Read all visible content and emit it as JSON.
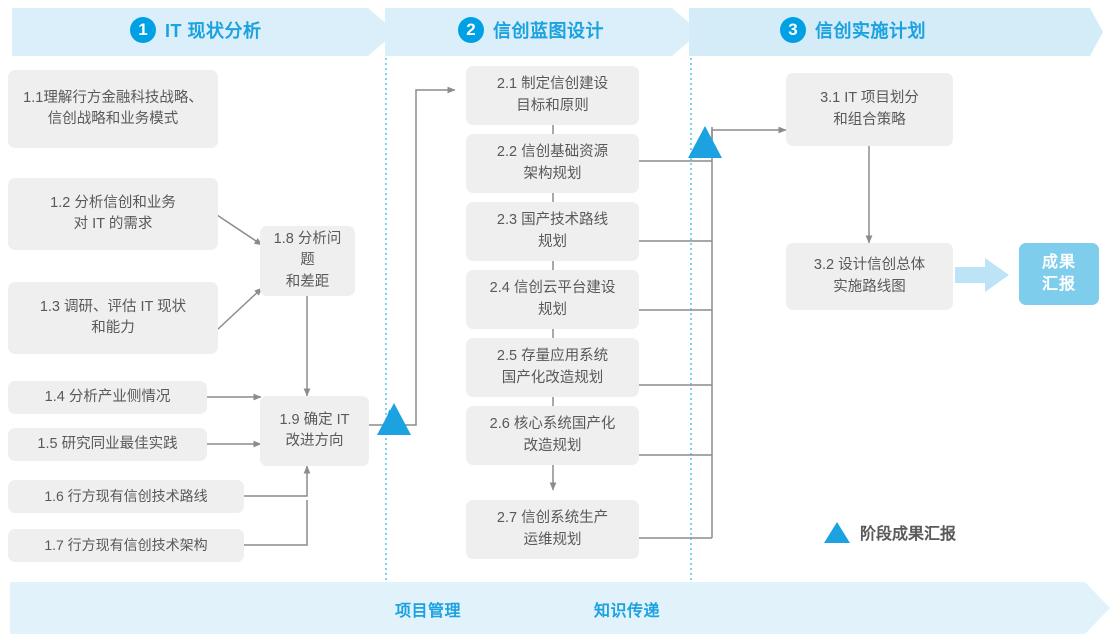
{
  "header": {
    "phases": [
      {
        "num": "1",
        "label": "IT 现状分析"
      },
      {
        "num": "2",
        "label": "信创蓝图设计"
      },
      {
        "num": "3",
        "label": "信创实施计划"
      }
    ]
  },
  "phase1": {
    "boxes": [
      {
        "id": "1.1",
        "text": "1.1理解行方金融科技战略、\n信创战略和业务模式"
      },
      {
        "id": "1.2",
        "text": "1.2 分析信创和业务\n对 IT 的需求"
      },
      {
        "id": "1.3",
        "text": "1.3 调研、评估 IT 现状\n和能力"
      },
      {
        "id": "1.4",
        "text": "1.4 分析产业侧情况"
      },
      {
        "id": "1.5",
        "text": "1.5 研究同业最佳实践"
      },
      {
        "id": "1.6",
        "text": "1.6 行方现有信创技术路线"
      },
      {
        "id": "1.7",
        "text": "1.7 行方现有信创技术架构"
      },
      {
        "id": "1.8",
        "text": "1.8 分析问题\n和差距"
      },
      {
        "id": "1.9",
        "text": "1.9 确定 IT\n改进方向"
      }
    ]
  },
  "phase2": {
    "boxes": [
      {
        "id": "2.1",
        "text": "2.1 制定信创建设\n目标和原则"
      },
      {
        "id": "2.2",
        "text": "2.2 信创基础资源\n架构规划"
      },
      {
        "id": "2.3",
        "text": "2.3 国产技术路线\n规划"
      },
      {
        "id": "2.4",
        "text": "2.4 信创云平台建设\n规划"
      },
      {
        "id": "2.5",
        "text": "2.5 存量应用系统\n国产化改造规划"
      },
      {
        "id": "2.6",
        "text": "2.6 核心系统国产化\n改造规划"
      },
      {
        "id": "2.7",
        "text": "2.7 信创系统生产\n运维规划"
      }
    ]
  },
  "phase3": {
    "boxes": [
      {
        "id": "3.1",
        "text": "3.1 IT 项目划分\n和组合策略"
      },
      {
        "id": "3.2",
        "text": "3.2 设计信创总体\n实施路线图"
      }
    ],
    "result": "成果\n汇报"
  },
  "legend": {
    "label": "阶段成果汇报"
  },
  "footer": {
    "items": [
      {
        "label": "项目管理"
      },
      {
        "label": "知识传递"
      }
    ]
  },
  "colors": {
    "accent": "#00A0E4",
    "banner_fill": "#DAEFF9",
    "banner_fill_light": "#E6F4FB",
    "box_fill": "#EFEFEF",
    "box_text": "#58595B",
    "result_fill": "#7FCDEC",
    "line": "#8C8C8C",
    "divider": "#3EC0E8"
  }
}
